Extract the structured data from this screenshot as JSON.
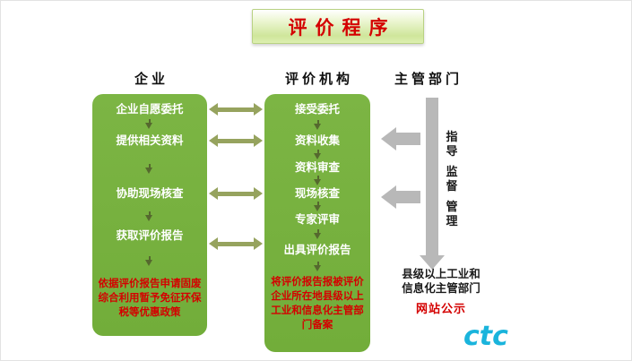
{
  "title": "评价程序",
  "enterprise": {
    "header": "企业",
    "steps": [
      "企业自愿委托",
      "提供相关资料",
      "协助现场核查",
      "获取评价报告"
    ],
    "note": "依据评价报告申请固废\n综合利用暂予免征环保\n税等优惠政策"
  },
  "agency": {
    "header": "评价机构",
    "steps": [
      "接受委托",
      "资料收集",
      "资料审查",
      "现场核查",
      "专家评审",
      "出具评价报告"
    ],
    "note": "将评价报告报被评价\n企业所在地县级以上\n工业和信息化主管部\n门备案"
  },
  "authority": {
    "header": "主管部门",
    "labels": [
      "指导",
      "监督",
      "管理"
    ],
    "note": "县级以上工业和\n信息化主管部门",
    "note_red": "网站公示"
  },
  "logo": "ctc",
  "colors": {
    "box_green": "#7cb544",
    "accent_red": "#d40000",
    "arrow_gray": "#b8b8b8",
    "arrow_olive": "#96a35e",
    "arrow_dark": "#55682e",
    "logo_cyan": "#1ab4dc"
  }
}
